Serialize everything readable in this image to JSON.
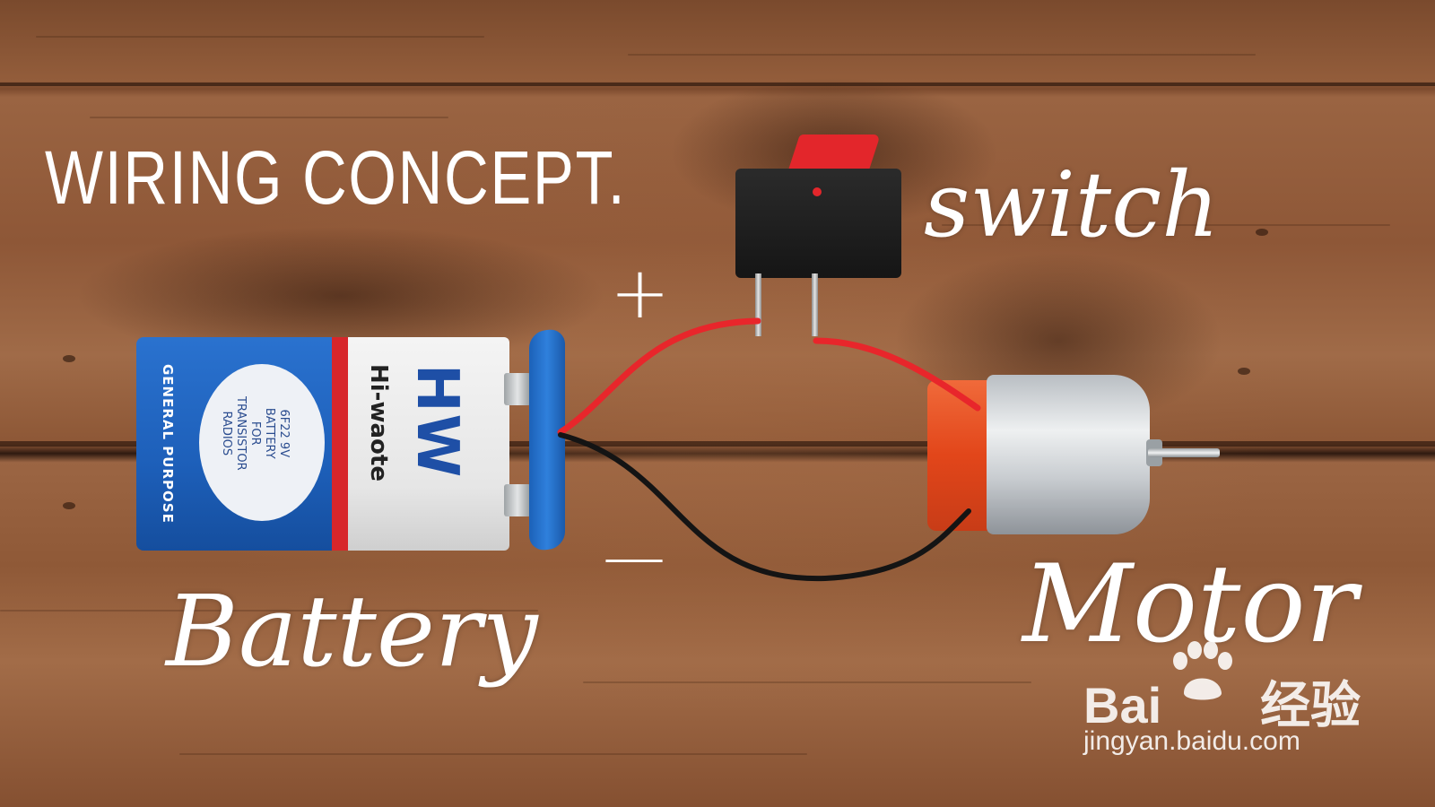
{
  "overlay": {
    "title": "WIRING CONCEPT.",
    "labels": {
      "switch": "switch",
      "battery": "Battery",
      "motor": "Motor",
      "plus": "+",
      "minus": "—"
    }
  },
  "battery_print": {
    "brand": "HW",
    "brand_sub": "Hi-waote",
    "spec_lines": [
      "6F22 9V",
      "BATTERY",
      "FOR",
      "TRANSISTOR",
      "RADIOS"
    ],
    "purpose": "GENERAL PURPOSE"
  },
  "watermark": {
    "logo_text": "Bai",
    "logo_suffix": "经验",
    "url": "jingyan.baidu.com"
  },
  "colors": {
    "wood": "#8a5434",
    "wire_positive": "#e8262b",
    "wire_negative": "#141414",
    "battery_blue": "#1d5fb9",
    "motor_cap": "#e2461a"
  }
}
